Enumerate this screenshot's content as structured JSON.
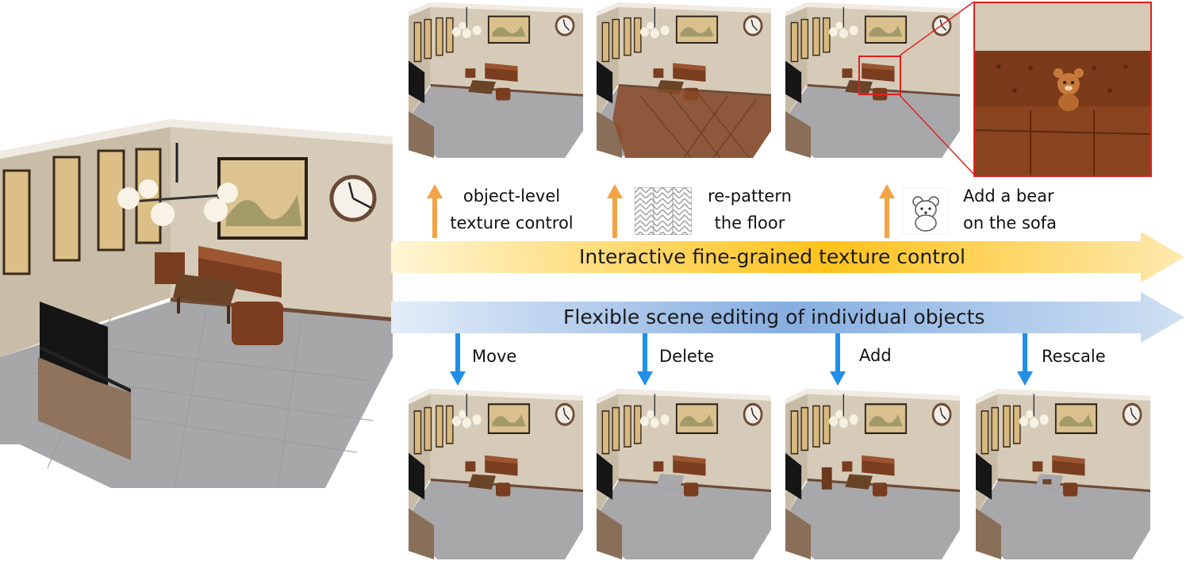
{
  "main_scene": {
    "alt": "Living room scene"
  },
  "texture_band": {
    "title": "Interactive fine-grained texture control",
    "color_start": "#fff6d6",
    "color_mid": "#ffc21a",
    "color_end": "#fde9b0",
    "arrow_color": "#f4a346",
    "steps": [
      {
        "label_line1": "object-level",
        "label_line2": "texture control"
      },
      {
        "label_line1": "re-pattern",
        "label_line2": "the floor",
        "icon": "herringbone-pattern-icon"
      },
      {
        "label_line1": "Add a bear",
        "label_line2": "on the sofa",
        "icon": "bear-icon"
      }
    ]
  },
  "edit_band": {
    "title": "Flexible scene editing of individual objects",
    "color_start": "#e3edf8",
    "color_mid": "#86aee0",
    "color_end": "#cfe0f3",
    "arrow_color": "#1f8fe8",
    "steps": [
      {
        "label": "Move"
      },
      {
        "label": "Delete"
      },
      {
        "label": "Add"
      },
      {
        "label": "Rescale"
      }
    ]
  },
  "zoom_inset": {
    "border_color": "#e02020"
  }
}
